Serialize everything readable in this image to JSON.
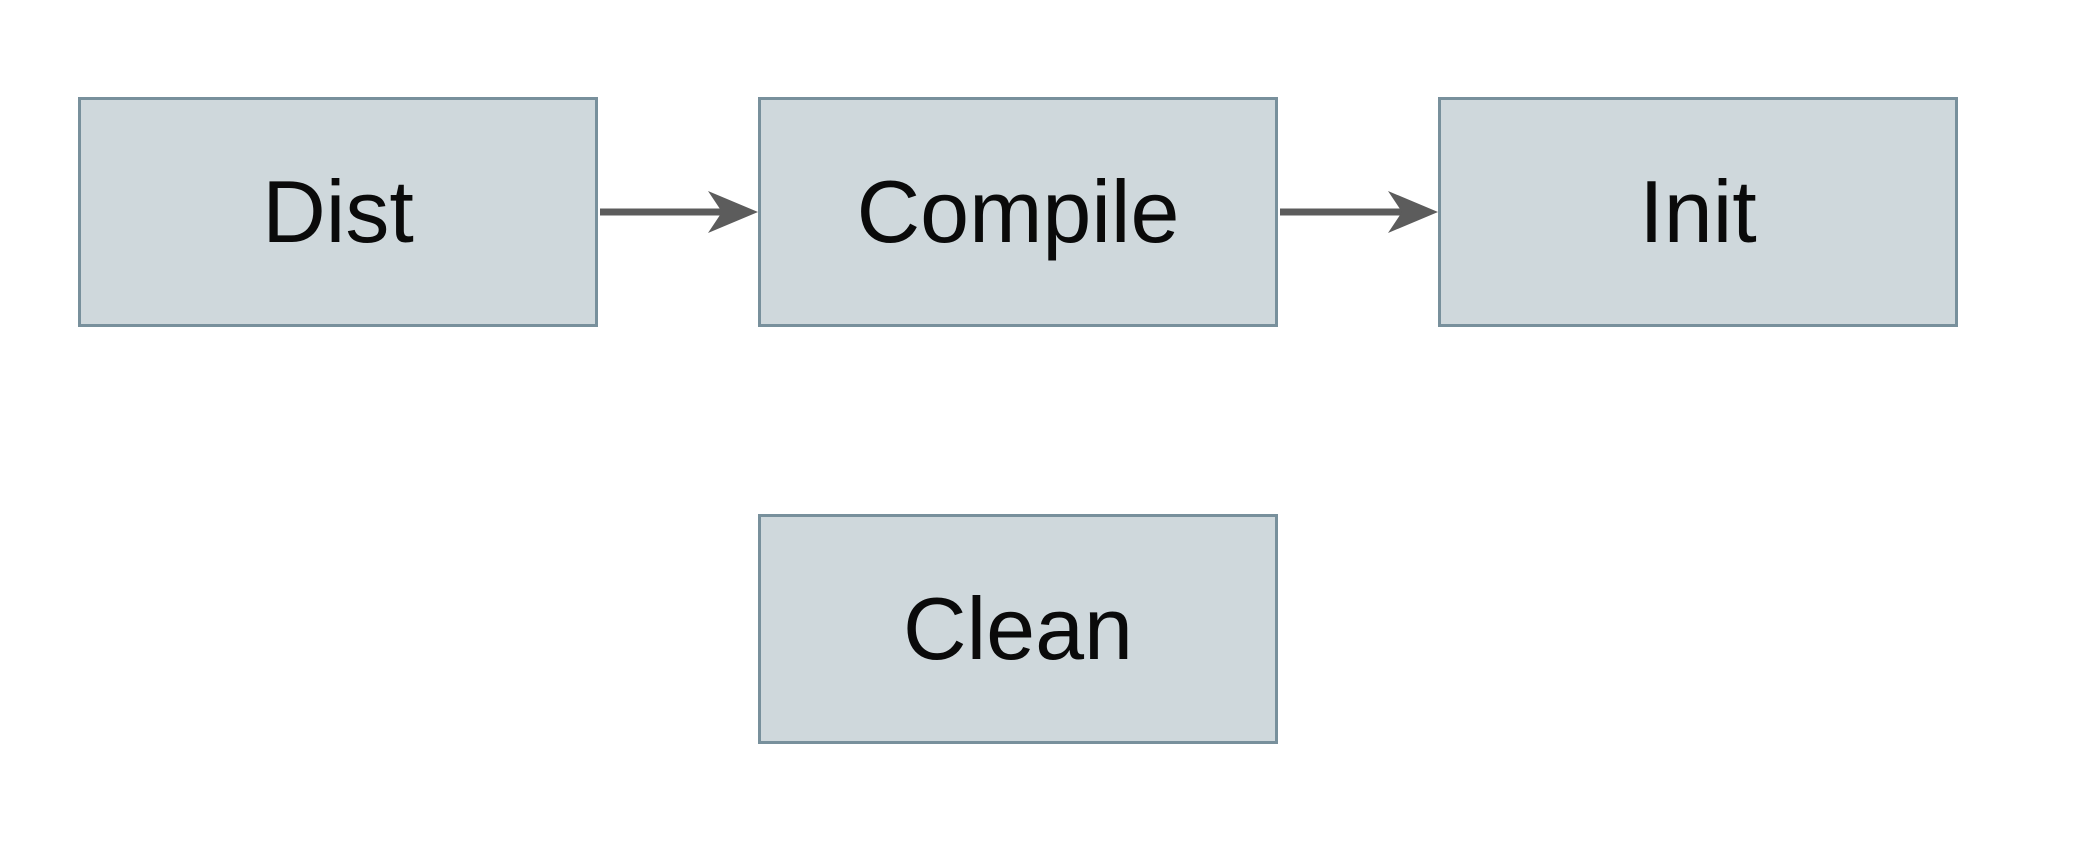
{
  "diagram": {
    "nodes": [
      {
        "id": "dist",
        "label": "Dist"
      },
      {
        "id": "compile",
        "label": "Compile"
      },
      {
        "id": "init",
        "label": "Init"
      },
      {
        "id": "clean",
        "label": "Clean"
      }
    ],
    "edges": [
      {
        "from": "Dist",
        "to": "Compile",
        "direction": "right"
      },
      {
        "from": "Compile",
        "to": "Init",
        "direction": "right"
      }
    ],
    "colors": {
      "background": "#ffffff",
      "node_fill": "#cfd8dc",
      "node_border": "#78909c",
      "arrow": "#5c5c5c",
      "text": "#0a0a0a"
    }
  }
}
